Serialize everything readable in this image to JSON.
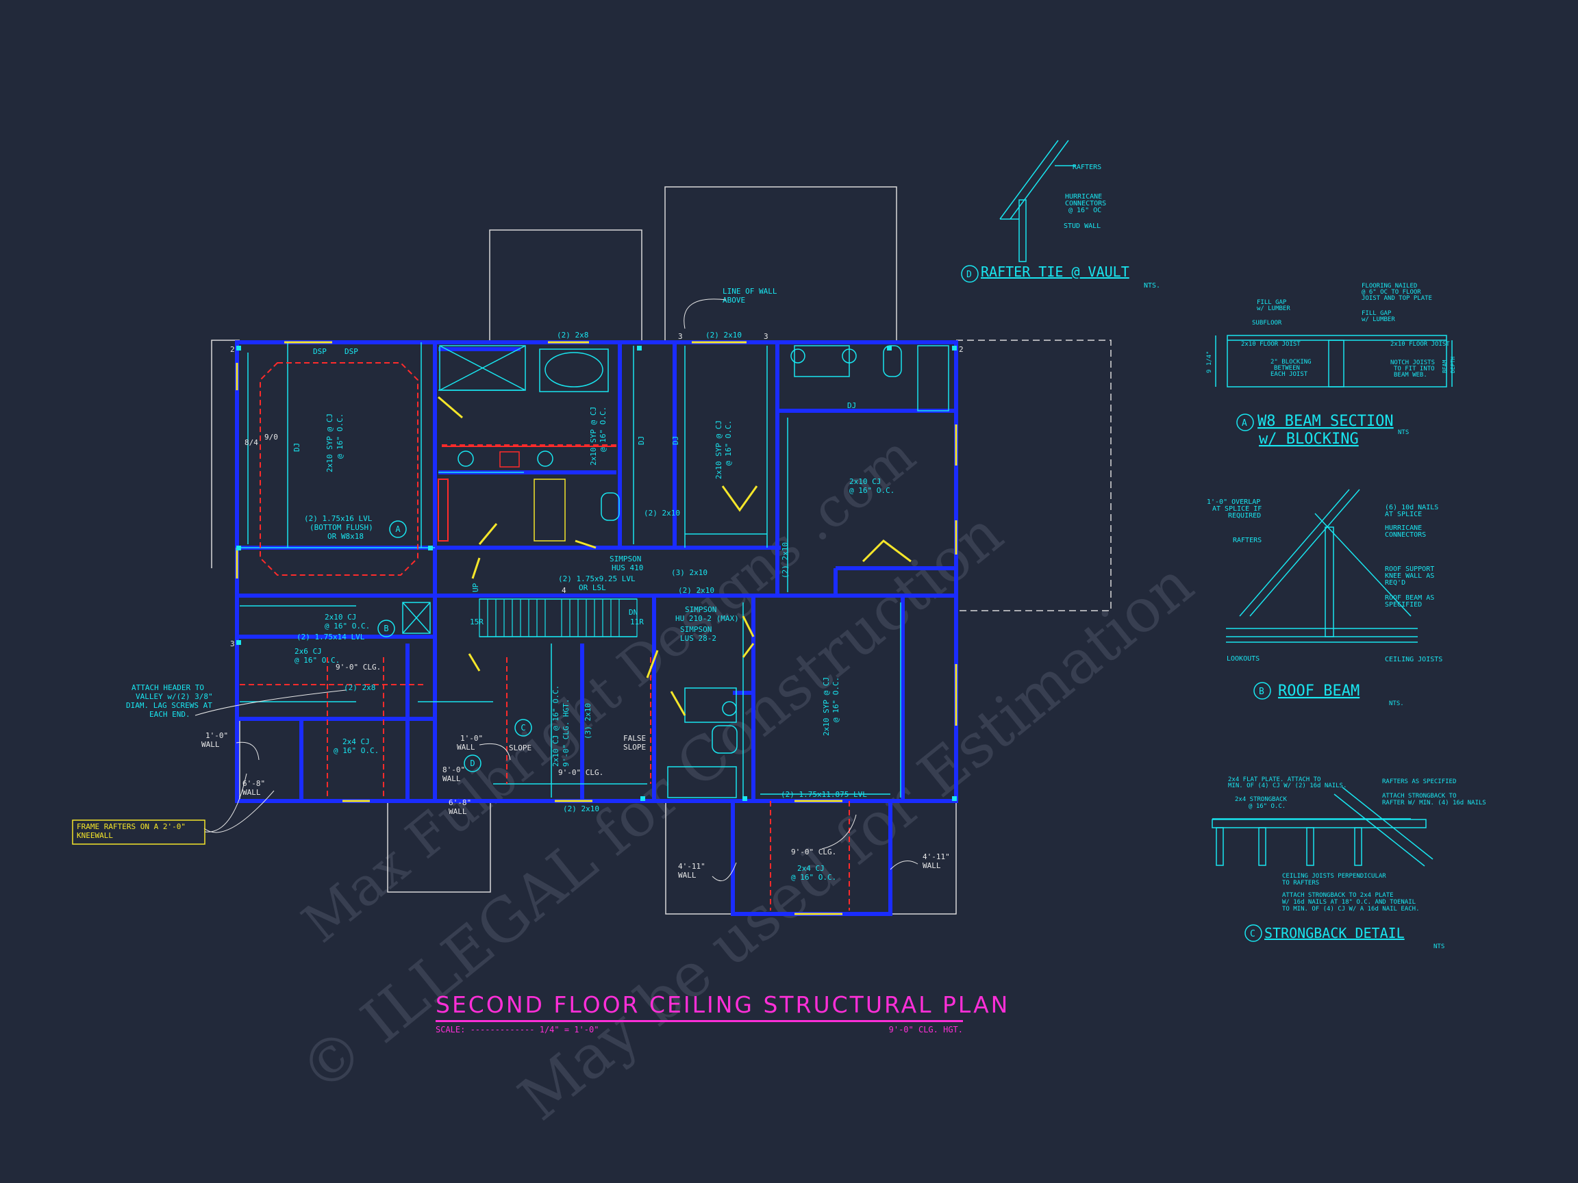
{
  "title": {
    "main": "SECOND FLOOR CEILING STRUCTURAL PLAN",
    "scale": "SCALE: ------------- 1/4\" = 1'-0\"",
    "height": "9'-0\" CLG. HGT."
  },
  "watermark": {
    "line1": "© ILLEGAL for Construction",
    "line2": "May be used for Estimation",
    "line3": "Max Fulbright Designs .com"
  },
  "plan_labels": {
    "dsp1": "DSP",
    "dsp2": "DSP",
    "cj_main": "2x10 SYP @ CJ",
    "cj_main_oc": "@ 16\" O.C.",
    "pitch1": "8/4",
    "pitch2": "9/0",
    "dj_left": "DJ",
    "lvl_a": "(2) 1.75x16 LVL",
    "lvl_a2": "(BOTTOM FLUSH)",
    "lvl_a3": "OR W8x18",
    "sect_a": "A",
    "sect_b": "B",
    "sect_c": "C",
    "sect_d": "D",
    "hdr_2x8_top": "(2) 2x8",
    "hdr_2x10_top": "(2) 2x10",
    "line_wall": "LINE OF WALL",
    "line_wall2": "ABOVE",
    "bath_cj": "2x10 SYP @ CJ",
    "bath_cj_oc": "@ 16\" O.C.",
    "cl_cj": "2x10 SYP @ CJ",
    "cl_cj_oc": "@ 16\" O.C.",
    "dj_r1": "DJ",
    "dj_r2": "DJ",
    "dj_r3": "DJ",
    "br_cj": "2x10 CJ",
    "br_cj_oc": "@ 16\" O.C.",
    "simpson1": "SIMPSON",
    "simpson1b": "HUS 410",
    "lvl_stair": "(2) 1.75x9.25 LVL",
    "lvl_stair2": "OR LSL",
    "hdr_3": "(3) 2x10",
    "hdr_2a": "(2) 2x10",
    "hdr_2b": "(2) 2x10",
    "hdr_2c": "(2) 2x10",
    "simpson2": "SIMPSON",
    "simpson2b": "HU 210-2 (MAX)",
    "simpson3": "SIMPSON",
    "simpson3b": "LUS 28-2",
    "stair_dn": "DN",
    "stair_r": "11R",
    "stair_up": "UP",
    "stair_up_r": "15R",
    "cj_2x10_mid": "2x10 CJ",
    "cj_2x10_mid_oc": "@ 16\" O.C.",
    "lvl_14": "(2) 1.75x14 LVL",
    "cj_2x6": "2x6 CJ",
    "cj_2x6_oc": "@ 16\" O.C.",
    "clg_9a": "9'-0\" CLG.",
    "hdr_2x8": "(2) 2x8",
    "cj_2x4a": "2x4 CJ",
    "cj_2x4a_oc": "@ 16\" O.C.",
    "wall_1_0a": "1'-0\"",
    "wall_1_0a2": "WALL",
    "wall_1_0b": "1'-0\"",
    "wall_1_0b2": "WALL",
    "wall_8_0": "8'-0\"",
    "wall_8_0b": "WALL",
    "wall_6_8a": "6'-8\"",
    "wall_6_8a2": "WALL",
    "wall_6_8b": "6'-8\"",
    "wall_6_8b2": "WALL",
    "slope": "SLOPE",
    "false_slope": "FALSE",
    "false_slope2": "SLOPE",
    "clg_9b": "9'-0\" CLG.",
    "cj_vert_mid": "2x10 CJ @ 16\" O.C.",
    "hgt_mid": "9'-0\" CLG. HGT.",
    "hdr_3x10": "(3) 2x10",
    "hdr_bot": "(2) 2x10",
    "br2_cj": "2x10 SYP @ CJ",
    "br2_cj_oc": "@ 16\" O.C.",
    "lvl_bot": "(2) 1.75x11.875 LVL",
    "clg_9c": "9'-0\" CLG.",
    "cj_2x4b": "2x4 CJ",
    "cj_2x4b_oc": "@ 16\" O.C.",
    "wall_4_11a": "4'-11\"",
    "wall_4_11a2": "WALL",
    "wall_4_11b": "4'-11\"",
    "wall_4_11b2": "WALL",
    "attach1": "ATTACH HEADER TO",
    "attach2": "VALLEY w/(2) 3/8\"",
    "attach3": "DIAM. LAG SCREWS AT",
    "attach4": "EACH END.",
    "frame1": "FRAME RAFTERS ON A 2'-0\"",
    "frame2": "KNEEWALL",
    "n2": "2",
    "n3": "3",
    "n4": "4"
  },
  "details": {
    "d": {
      "title": "RAFTER TIE @ VAULT",
      "nts": "NTS.",
      "l1": "RAFTERS",
      "l2": "HURRICANE",
      "l2b": "CONNECTORS",
      "l2c": "@ 16\" OC",
      "l3": "STUD WALL"
    },
    "a": {
      "title1": "W8 BEAM SECTION",
      "title2": "w/ BLOCKING",
      "nts": "NTS",
      "l1": "FILL GAP",
      "l1b": "w/ LUMBER",
      "l2": "FLOORING NAILED",
      "l2b": "@ 6\" OC TO FLOOR",
      "l2c": "JOIST AND TOP PLATE",
      "l3": "SUBFLOOR",
      "l4": "FILL GAP",
      "l4b": "w/ LUMBER",
      "l5": "2x10 FLOOR JOIST",
      "l6": "2x10 FLOOR JOIST",
      "l7": "2\" BLOCKING",
      "l7b": "BETWEEN",
      "l7c": "EACH JOIST",
      "l8": "NOTCH JOISTS",
      "l8b": "TO FIT INTO",
      "l8c": "BEAM WEB.",
      "dim": "9 1/4\"",
      "dim2": "BEAM",
      "dim3": "DEPTH"
    },
    "b": {
      "title": "ROOF BEAM",
      "nts": "NTS.",
      "l1": "1'-0\" OVERLAP",
      "l1b": "AT SPLICE IF",
      "l1c": "REQUIRED",
      "l2": "(6) 10d NAILS",
      "l2b": "AT SPLICE",
      "l3": "HURRICANE",
      "l3b": "CONNECTORS",
      "l4": "RAFTERS",
      "l5": "ROOF SUPPORT",
      "l5b": "KNEE WALL AS",
      "l5c": "REQ'D",
      "l6": "ROOF BEAM AS",
      "l6b": "SPECIFIED",
      "l7": "LOOKOUTS",
      "l8": "CEILING JOISTS"
    },
    "c": {
      "title": "STRONGBACK DETAIL",
      "nts": "NTS",
      "l1": "2x4 FLAT PLATE. ATTACH TO",
      "l1b": "MIN. OF (4) CJ W/ (2) 16d NAILS.",
      "l2": "RAFTERS AS SPECIFIED",
      "l3": "2x4 STRONGBACK",
      "l3b": "@ 16\" O.C.",
      "l4": "ATTACH STRONGBACK TO",
      "l4b": "RAFTER W/ MIN. (4) 16d NAILS",
      "l5": "CEILING JOISTS PERPENDICULAR",
      "l5b": "TO RAFTERS",
      "l6": "ATTACH STRONGBACK TO 2x4 PLATE",
      "l6b": "W/ 16d NAILS AT 18\" O.C. AND TOENAIL",
      "l6c": "TO MIN. OF (4) CJ W/ A 16d NAIL EACH."
    }
  },
  "colors": {
    "background": "#22293a",
    "wall": "#1a2cff",
    "cyan": "#19e6f0",
    "white": "#e8e8e8",
    "red": "#ff2b2b",
    "yellow": "#f5e62a",
    "magenta": "#ff2fd8",
    "watermark": "#3a4152"
  }
}
